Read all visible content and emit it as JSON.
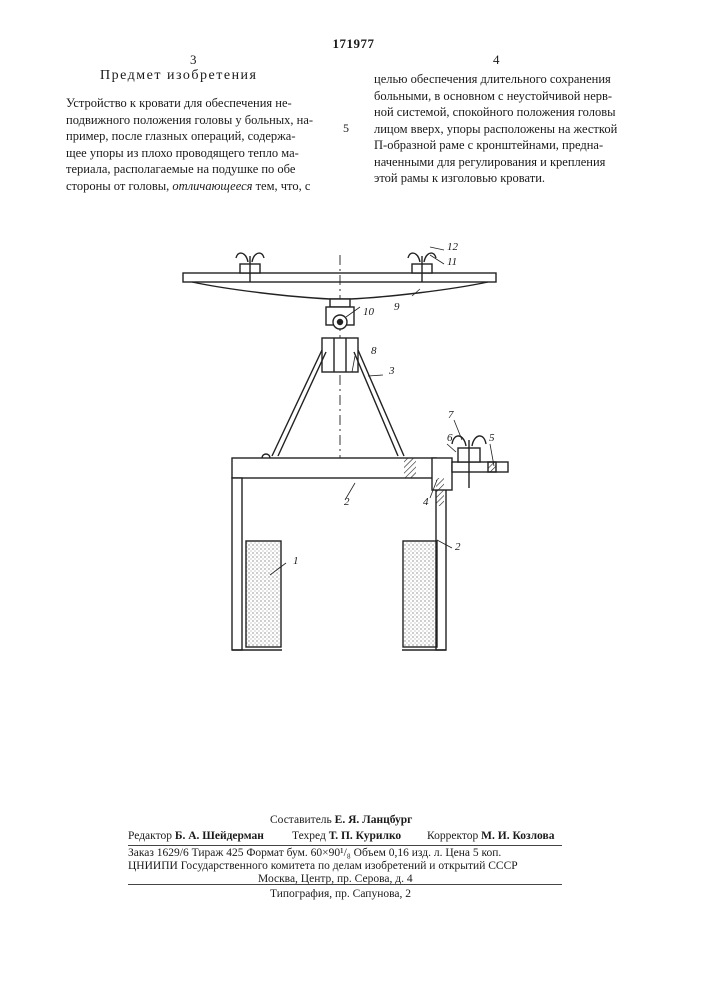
{
  "header": {
    "patent_number": "171977",
    "left_column_number": "3",
    "right_column_number": "4",
    "section_title": "Предмет изобретения",
    "line_marker": "5"
  },
  "claims": {
    "left_lines": [
      "Устройство к кровати для обеспечения не-",
      "подвижного положения головы у больных, на-",
      "пример, после глазных операций, содержа-",
      "щее упоры из плохо проводящего тепло ма-",
      "териала, располагаемые на подушке по обе",
      "стороны от головы,",
      "отличающееся",
      "тем, что, с"
    ],
    "right_lines": [
      "целью обеспечения длительного сохранения",
      "больными, в основном с неустойчивой нерв-",
      "ной системой, спокойного положения головы",
      "лицом вверх, упоры расположены на жесткой",
      "П-образной раме с кронштейнами, предна-",
      "наченными для регулирования и крепления",
      "этой рамы к изголовью кровати."
    ]
  },
  "drawing": {
    "labels": {
      "l1": "1",
      "l2a": "2",
      "l2b": "2",
      "l3": "3",
      "l4": "4",
      "l5": "5",
      "l6": "6",
      "l7": "7",
      "l8": "8",
      "l9": "9",
      "l10": "10",
      "l11": "11",
      "l12": "12"
    }
  },
  "credits": {
    "compiler_label": "Составитель",
    "compiler_name": "Е. Я. Ланцбург",
    "editor_label": "Редактор",
    "editor_name": "Б. А. Шейдерман",
    "techred_label": "Техред",
    "techred_name": "Т. П. Курилко",
    "corrector_label": "Корректор",
    "corrector_name": "М. И. Козлова",
    "order_line": "Заказ 1629/6    Тираж 425    Формат бум. 60×90¹/₈    Объем 0,16 изд. л.    Цена 5 коп.",
    "institute_line": "ЦНИИПИ Государственного комитета по делам изобретений и открытий СССР",
    "address_line": "Москва, Центр, пр. Серова, д. 4",
    "print_line": "Типография, пр. Сапунова, 2"
  }
}
